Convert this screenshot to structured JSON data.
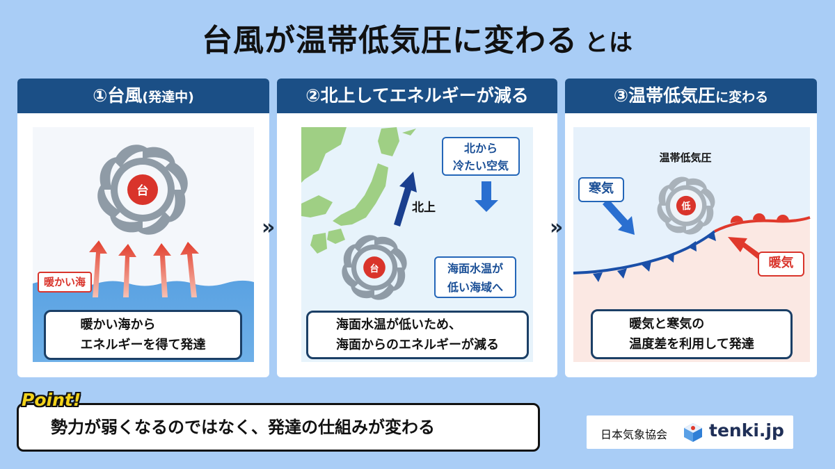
{
  "title": {
    "main": "台風が温帯低気圧に変わる",
    "suffix": "とは"
  },
  "panels": [
    {
      "head_main": "①台風",
      "head_small": "(発達中)",
      "storm_label": "台",
      "sea_label": "暖かい海",
      "caption": [
        "暖かい海から",
        "エネルギーを得て発達"
      ]
    },
    {
      "head_main": "②北上してエネルギーが減る",
      "storm_label": "台",
      "north_label": "北上",
      "cold_air_label": [
        "北から",
        "冷たい空気"
      ],
      "sea_temp_label": [
        "海面水温が",
        "低い海域へ"
      ],
      "caption": [
        "海面水温が低いため、",
        "海面からのエネルギーが減る"
      ]
    },
    {
      "head_main": "③温帯低気圧",
      "head_small": "に変わる",
      "cyclone_title": "温帯低気圧",
      "storm_label": "低",
      "cold_label": "寒気",
      "warm_label": "暖気",
      "caption": [
        "暖気と寒気の",
        "温度差を利用して発達"
      ]
    }
  ],
  "chevron": "»",
  "point": {
    "tag": "Point!",
    "text": "勢力が弱くなるのではなく、発達の仕組みが変わる"
  },
  "logo": {
    "org": "日本気象協会",
    "brand": "tenki.jp"
  },
  "colors": {
    "navy": "#1b4f86",
    "red": "#d9342b",
    "background": "#a9cdf6"
  }
}
